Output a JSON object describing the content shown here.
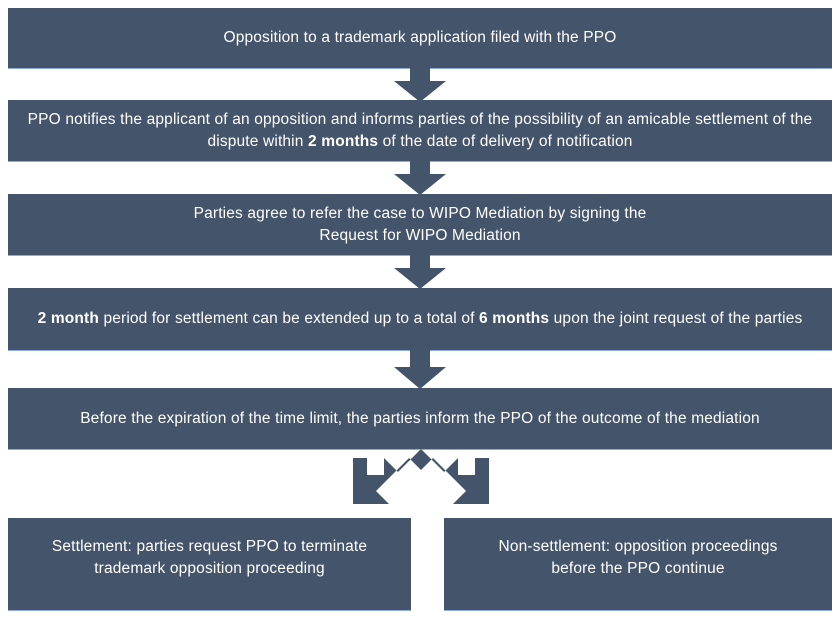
{
  "diagram": {
    "title": "Opposition to a trademark application filed with the PPO — WIPO Mediation flow",
    "colors": {
      "node_fill": "#44546A",
      "node_border": "#8FAADC",
      "text": "#FFFFFF",
      "background": "#FFFFFF"
    },
    "nodes": [
      {
        "id": "node-1",
        "name": "opposition-filed",
        "text": "Opposition to a trademark application filed with the PPO",
        "html": "Opposition to a trademark application filed with the PPO"
      },
      {
        "id": "node-2",
        "name": "ppo-notifies-applicant",
        "text": "PPO notifies the applicant of an opposition and informs parties of the possibility of an amicable settlement of the dispute within 2 months of the date of delivery of notification",
        "html": "PPO notifies the applicant of an opposition and informs parties of the possibility of an amicable settlement of the dispute within <b>2 months</b> of the date of delivery of notification"
      },
      {
        "id": "node-3",
        "name": "parties-agree-wipo-mediation",
        "text": "Parties agree to refer the case to WIPO Mediation by signing the Request for WIPO Mediation",
        "html": "Parties agree to refer the case to WIPO Mediation by signing the<br>Request for WIPO Mediation"
      },
      {
        "id": "node-4",
        "name": "extension-of-period",
        "text": "2 month period for settlement can be extended up to a total of 6 months upon the joint request of the parties",
        "html": "<b>2 month</b> period for settlement can be extended up to a total of <b>6 months</b> upon the joint request of the parties"
      },
      {
        "id": "node-5",
        "name": "inform-ppo-of-outcome",
        "text": "Before the expiration of the time limit, the parties inform the PPO of the outcome of the mediation",
        "html": "Before the expiration of the time limit, the parties inform the PPO of the outcome of the mediation"
      },
      {
        "id": "node-6",
        "name": "outcome-settlement",
        "text": "Settlement: parties request PPO to terminate trademark opposition proceeding",
        "html": "Settlement: parties request PPO to terminate<br>trademark opposition proceeding"
      },
      {
        "id": "node-7",
        "name": "outcome-non-settlement",
        "text": "Non-settlement: opposition proceedings before the PPO continue",
        "html": "Non-settlement: opposition proceedings<br>before the PPO continue"
      }
    ],
    "connectors": [
      {
        "id": "arrow-1",
        "name": "down-arrow-icon",
        "from": "node-1",
        "to": "node-2",
        "direction": "down"
      },
      {
        "id": "arrow-2",
        "name": "down-arrow-icon",
        "from": "node-2",
        "to": "node-3",
        "direction": "down"
      },
      {
        "id": "arrow-3",
        "name": "down-arrow-icon",
        "from": "node-3",
        "to": "node-4",
        "direction": "down"
      },
      {
        "id": "arrow-4",
        "name": "down-arrow-icon",
        "from": "node-4",
        "to": "node-5",
        "direction": "down"
      },
      {
        "id": "arrow-split",
        "name": "split-arrow-icon",
        "from": "node-5",
        "to": "node-6, node-7",
        "direction": "down-left-and-down-right"
      }
    ]
  }
}
